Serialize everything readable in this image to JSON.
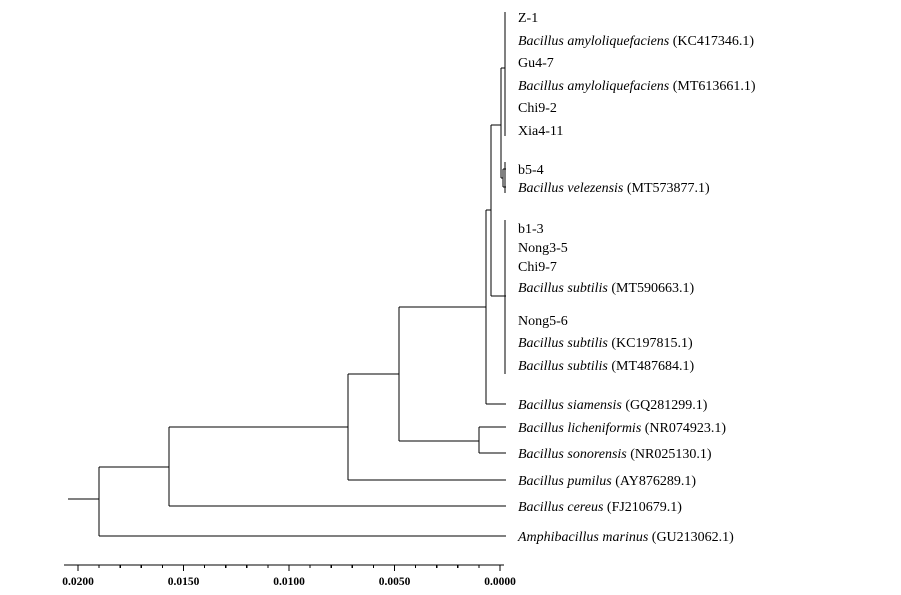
{
  "figure": {
    "leaves": [
      {
        "id": "z1",
        "name": "Z-1",
        "accession": ""
      },
      {
        "id": "ba1",
        "name": "Bacillus amyloliquefaciens",
        "accession": "(KC417346.1)",
        "italic": true
      },
      {
        "id": "gu47",
        "name": "Gu4-7",
        "accession": ""
      },
      {
        "id": "ba2",
        "name": "Bacillus amyloliquefaciens",
        "accession": "(MT613661.1)",
        "italic": true
      },
      {
        "id": "chi92",
        "name": "Chi9-2",
        "accession": ""
      },
      {
        "id": "xia411",
        "name": "Xia4-11",
        "accession": ""
      },
      {
        "id": "b54",
        "name": "b5-4",
        "accession": ""
      },
      {
        "id": "bv",
        "name": "Bacillus velezensis",
        "accession": "(MT573877.1)",
        "italic": true
      },
      {
        "id": "b13",
        "name": "b1-3",
        "accession": ""
      },
      {
        "id": "nong35",
        "name": "Nong3-5",
        "accession": ""
      },
      {
        "id": "chi97",
        "name": "Chi9-7",
        "accession": ""
      },
      {
        "id": "bs1",
        "name": "Bacillus subtilis",
        "accession": "(MT590663.1)",
        "italic": true
      },
      {
        "id": "nong56",
        "name": "Nong5-6",
        "accession": ""
      },
      {
        "id": "bs2",
        "name": "Bacillus subtilis",
        "accession": "(KC197815.1)",
        "italic": true
      },
      {
        "id": "bs3",
        "name": "Bacillus subtilis",
        "accession": "(MT487684.1)",
        "italic": true
      },
      {
        "id": "bsi",
        "name": "Bacillus siamensis",
        "accession": "(GQ281299.1)",
        "italic": true
      },
      {
        "id": "bl",
        "name": "Bacillus licheniformis",
        "accession": "(NR074923.1)",
        "italic": true
      },
      {
        "id": "bso",
        "name": "Bacillus sonorensis",
        "accession": "(NR025130.1)",
        "italic": true
      },
      {
        "id": "bp",
        "name": "Bacillus pumilus",
        "accession": "(AY876289.1)",
        "italic": true
      },
      {
        "id": "bc",
        "name": "Bacillus cereus",
        "accession": "(FJ210679.1)",
        "italic": true
      },
      {
        "id": "am",
        "name": "Amphibacillus marinus",
        "accession": "(GU213062.1)",
        "italic": true
      }
    ],
    "scale_axis": {
      "ticks": [
        "0.0200",
        "0.0150",
        "0.0100",
        "0.0050",
        "0.0000"
      ],
      "values": [
        0.02,
        0.015,
        0.01,
        0.005,
        0.0
      ]
    }
  }
}
